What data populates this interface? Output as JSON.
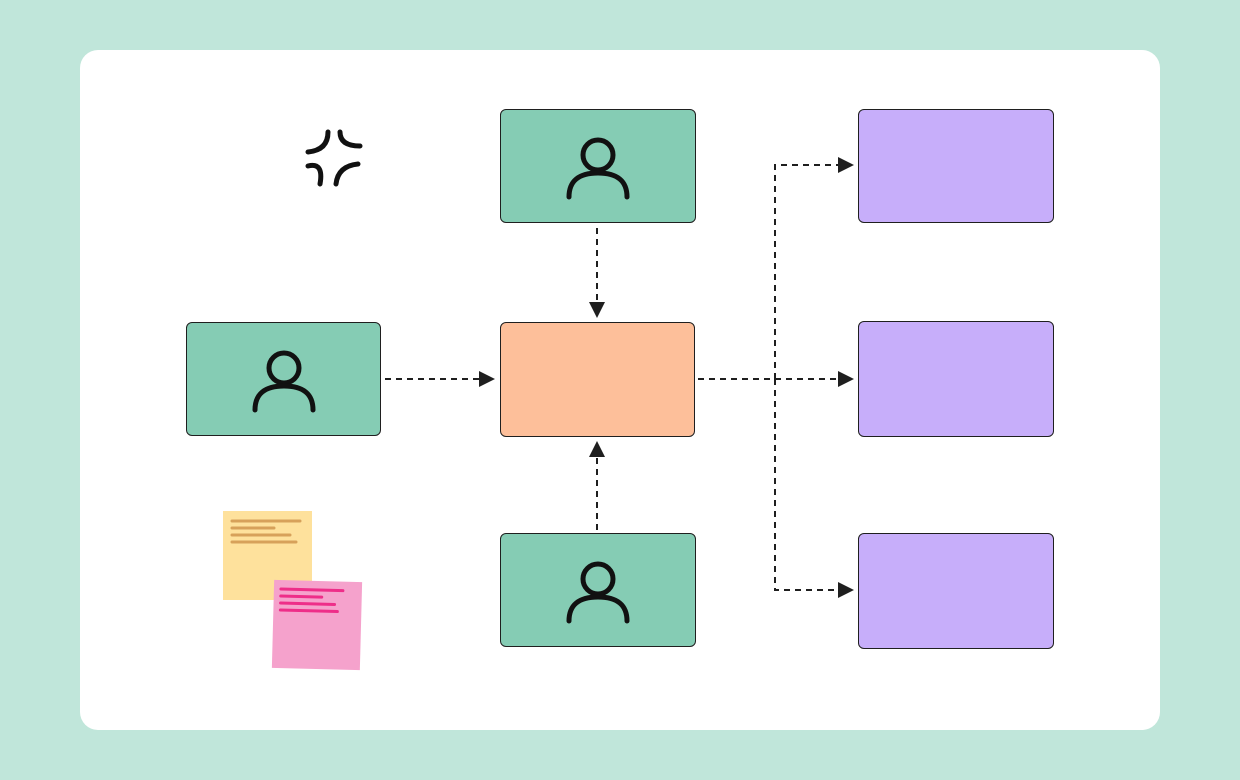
{
  "diagram": {
    "title": "",
    "nodes": [
      {
        "id": "person-top",
        "kind": "person",
        "icon": "user-icon",
        "color": "#85ccb4"
      },
      {
        "id": "person-left",
        "kind": "person",
        "icon": "user-icon",
        "color": "#85ccb4"
      },
      {
        "id": "person-bottom",
        "kind": "person",
        "icon": "user-icon",
        "color": "#85ccb4"
      },
      {
        "id": "hub",
        "kind": "process",
        "color": "#fdbf9a"
      },
      {
        "id": "output-1",
        "kind": "output",
        "color": "#c7aefa"
      },
      {
        "id": "output-2",
        "kind": "output",
        "color": "#c7aefa"
      },
      {
        "id": "output-3",
        "kind": "output",
        "color": "#c7aefa"
      }
    ],
    "edges": [
      {
        "from": "person-top",
        "to": "hub",
        "style": "dashed"
      },
      {
        "from": "person-left",
        "to": "hub",
        "style": "dashed"
      },
      {
        "from": "person-bottom",
        "to": "hub",
        "style": "dashed"
      },
      {
        "from": "hub",
        "to": "output-1",
        "style": "dashed"
      },
      {
        "from": "hub",
        "to": "output-2",
        "style": "dashed"
      },
      {
        "from": "hub",
        "to": "output-3",
        "style": "dashed"
      }
    ],
    "decorations": [
      {
        "name": "anger-symbol-icon"
      },
      {
        "name": "sticky-note-yellow",
        "color": "#fee19c"
      },
      {
        "name": "sticky-note-pink",
        "color": "#f5a2cc"
      }
    ],
    "colors": {
      "background": "#c0e6da",
      "board": "#ffffff",
      "line": "#1f1f1f"
    }
  }
}
